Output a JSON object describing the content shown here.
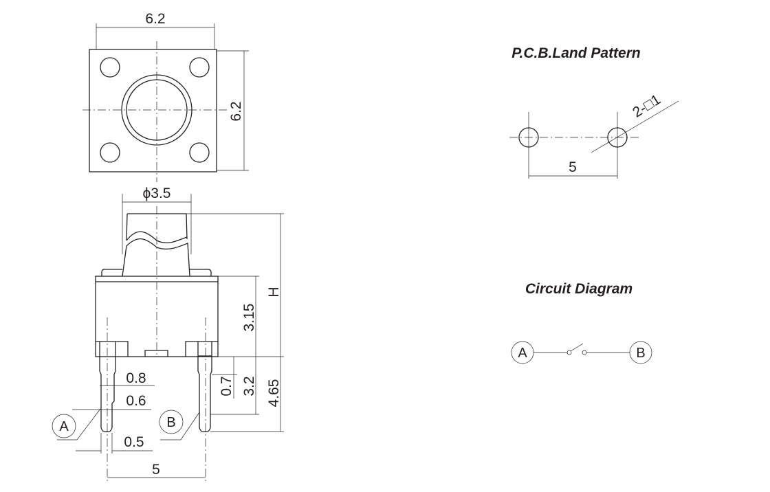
{
  "top_view": {
    "width_label": "6.2",
    "height_label": "6.2"
  },
  "side_view": {
    "cap_diameter_label": "ϕ3.5",
    "height_label": "H",
    "body_height_label": "3.15",
    "pin_width_upper_label": "0.8",
    "pin_width_mid_label": "0.6",
    "pin_width_tip_label": "0.5",
    "pin_pitch_label": "5",
    "shoulder_label": "0.7",
    "pin_length_label": "3.2",
    "total_pin_label": "4.65",
    "terminal_a": "A",
    "terminal_b": "B"
  },
  "pcb": {
    "title": "P.C.B.Land Pattern",
    "hole_label": "2-□1",
    "pitch_label": "5"
  },
  "circuit": {
    "title": "Circuit Diagram",
    "terminal_a": "A",
    "terminal_b": "B"
  }
}
